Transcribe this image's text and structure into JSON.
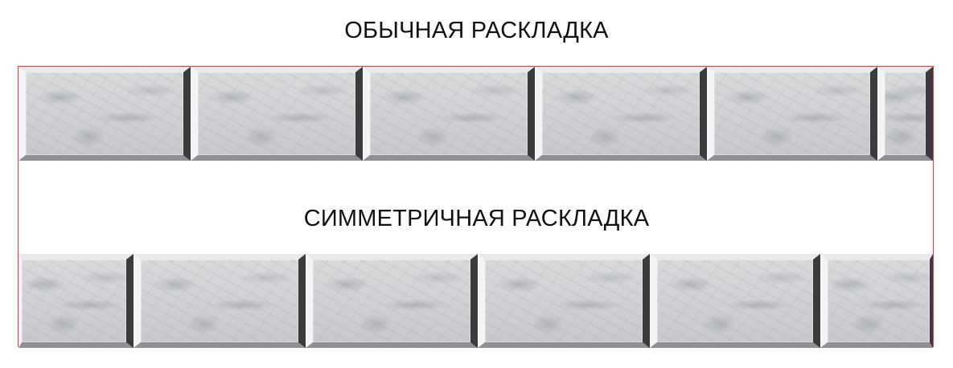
{
  "headings": {
    "ordinary_layout": "ОБЫЧНАЯ РАСКЛАДКА",
    "symmetric_layout": "СИММЕТРИЧНАЯ РАСКЛАДКА"
  },
  "rows": {
    "ordinary": {
      "tile_count": 6,
      "tile_texture": "white-marble",
      "first_tile": "full",
      "last_tile": "partial"
    },
    "symmetric": {
      "tile_count": 6,
      "tile_texture": "white-marble",
      "first_tile": "partial",
      "last_tile": "partial"
    }
  },
  "colors": {
    "frame_border": "#b45050",
    "marble_base": "#cfd1d3",
    "bevel_light": "#f3f4f5",
    "bevel_dark": "#3a3b3d"
  }
}
